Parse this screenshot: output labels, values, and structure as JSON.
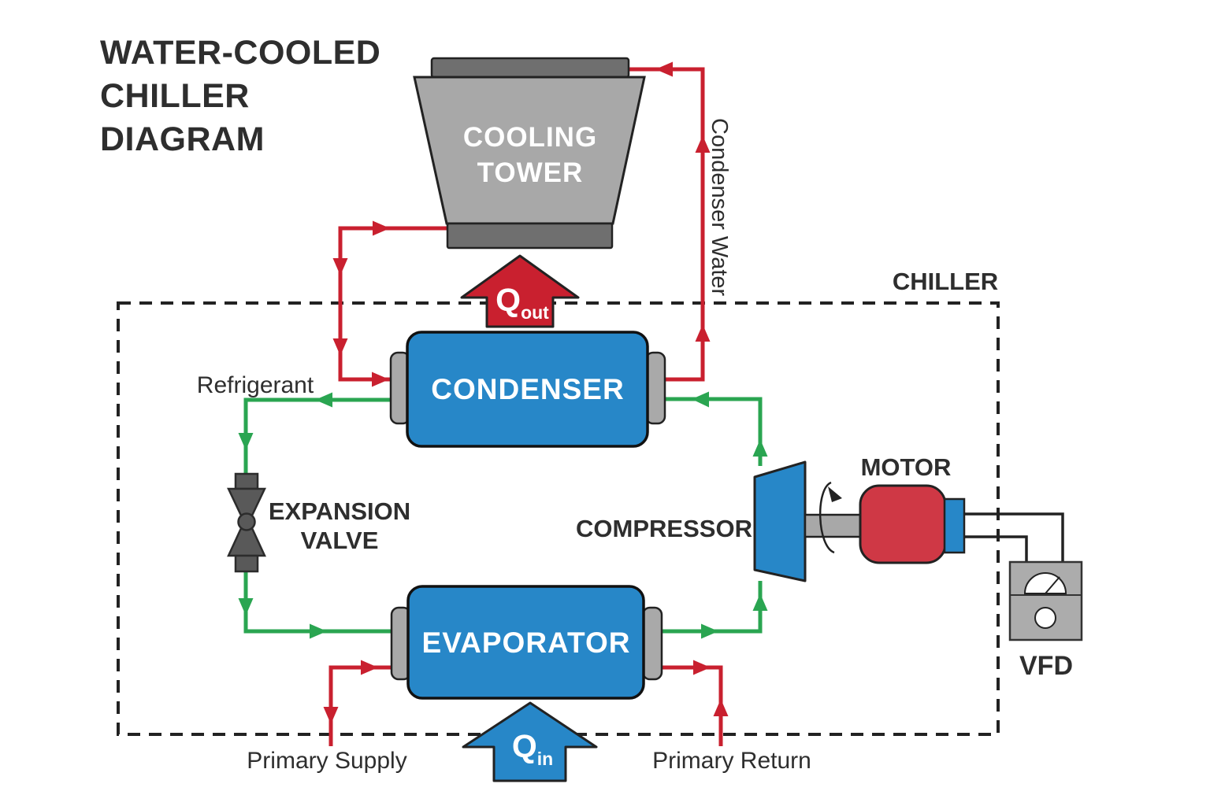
{
  "title": {
    "lines": [
      "WATER-COOLED",
      "CHILLER",
      "DIAGRAM"
    ]
  },
  "boundary": {
    "label": "CHILLER"
  },
  "components": {
    "cooling_tower": {
      "label_line1": "COOLING",
      "label_line2": "TOWER"
    },
    "condenser": {
      "label": "CONDENSER"
    },
    "evaporator": {
      "label": "EVAPORATOR"
    },
    "expansion_valve": {
      "label_line1": "EXPANSION",
      "label_line2": "VALVE"
    },
    "compressor": {
      "label": "COMPRESSOR"
    },
    "motor": {
      "label": "MOTOR"
    },
    "vfd": {
      "label": "VFD"
    }
  },
  "flows": {
    "condenser_water": {
      "label": "Condenser Water",
      "color": "#c9202f"
    },
    "refrigerant": {
      "label": "Refrigerant",
      "color": "#2aa551"
    },
    "chilled_water_supply": {
      "label": "Primary Supply",
      "color": "#c9202f"
    },
    "chilled_water_return": {
      "label": "Primary Return",
      "color": "#c9202f"
    }
  },
  "heat_arrows": {
    "q_out": {
      "symbol": "Q",
      "subscript": "out",
      "color": "#c9202f"
    },
    "q_in": {
      "symbol": "Q",
      "subscript": "in",
      "color": "#2787c8"
    }
  },
  "colors": {
    "blue": "#2787c8",
    "pipe-red": "#c9202f",
    "motor-red": "#cf3845",
    "green": "#2aa551",
    "gray-light": "#a8a8a8",
    "gray-cap": "#a9a9a9",
    "gray-dark": "#6f6f6f",
    "valve-gray": "#595959",
    "vfd-gray": "#acacac",
    "ink": "#222222",
    "text": "#2e2e2e"
  }
}
